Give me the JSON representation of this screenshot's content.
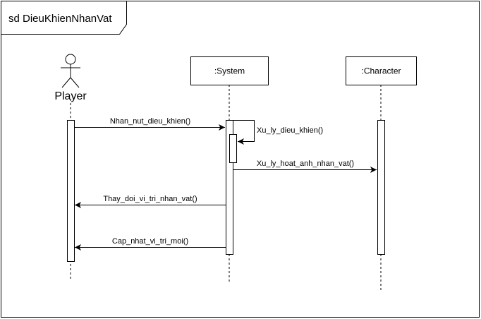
{
  "frame": {
    "title": "sd DieuKhienNhanVat"
  },
  "participants": {
    "player": {
      "name": "Player"
    },
    "system": {
      "name": ":System"
    },
    "character": {
      "name": ":Character"
    }
  },
  "messages": [
    {
      "id": "m1",
      "label": "Nhan_nut_dieu_khien()",
      "from": "player",
      "to": "system"
    },
    {
      "id": "m2",
      "label": "Xu_ly_dieu_khien()",
      "from": "system",
      "to": "system"
    },
    {
      "id": "m3",
      "label": "Xu_ly_hoat_anh_nhan_vat()",
      "from": "system",
      "to": "character"
    },
    {
      "id": "m4",
      "label": "Thay_doi_vi_tri_nhan_vat()",
      "from": "system",
      "to": "player"
    },
    {
      "id": "m5",
      "label": "Cap_nhat_vi_tri_moi()",
      "from": "system",
      "to": "player"
    }
  ],
  "colors": {
    "line": "#000000",
    "background": "#ffffff"
  }
}
